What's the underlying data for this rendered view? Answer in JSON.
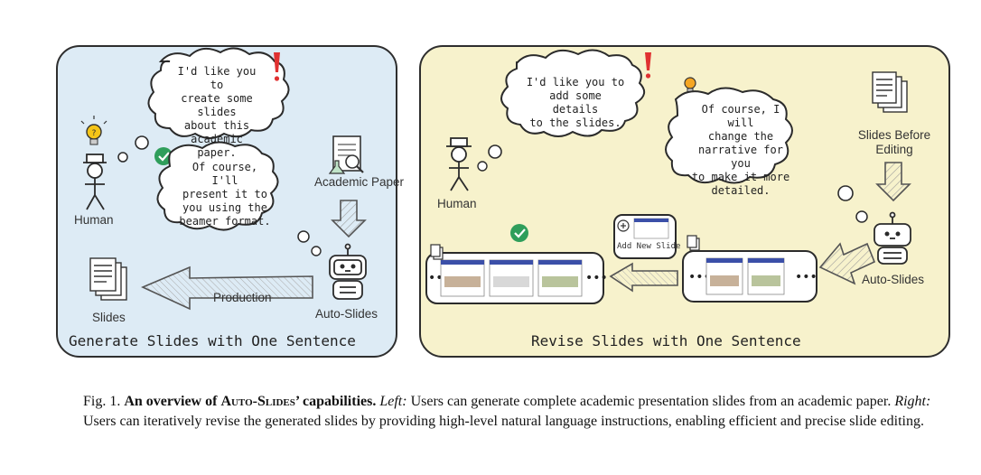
{
  "left": {
    "human_label": "Human",
    "bubble_request": "I'd like you to\ncreate some slides\nabout this\nacademic paper.",
    "bubble_reply": "Of course, I'll\npresent it to\nyou using the\nbeamer format.",
    "paper_label": "Academic Paper",
    "agent_label": "Auto-Slides",
    "slides_label": "Slides",
    "arrow_label": "Production",
    "title": "Generate Slides with One Sentence"
  },
  "right": {
    "human_label": "Human",
    "bubble_request": "I'd like you to\nadd some details\nto the slides.",
    "bubble_reply": "Of course, I will\nchange the\nnarrative for you\nto make it more\ndetailed.",
    "slides_before_label": "Slides Before\nEditing",
    "agent_label": "Auto-Slides",
    "add_slide_label": "Add New Slide",
    "title": "Revise Slides with One Sentence"
  },
  "caption": {
    "fig_label": "Fig. 1.",
    "bold_prefix": "An overview of ",
    "bold_name": "Auto-Slides",
    "bold_suffix": "’ capabilities.",
    "left_label": "Left:",
    "left_text": " Users can generate complete academic presentation slides from an academic paper. ",
    "right_label": "Right:",
    "right_text": " Users can iteratively revise the generated slides by providing high-level natural language instructions, enabling efficient and precise slide editing."
  },
  "colors": {
    "left_bg": "#ddebf5",
    "right_bg": "#f7f2cc",
    "check_green": "#2f9e5b",
    "exclaim_red": "#e03131",
    "bulb_yellow": "#f5c518",
    "slide_blue": "#3b4fa8"
  },
  "icons": [
    "lightbulb-icon",
    "exclamation-icon",
    "check-icon",
    "document-icon",
    "magnifier-icon",
    "flask-icon",
    "robot-icon",
    "stick-figure-icon"
  ]
}
